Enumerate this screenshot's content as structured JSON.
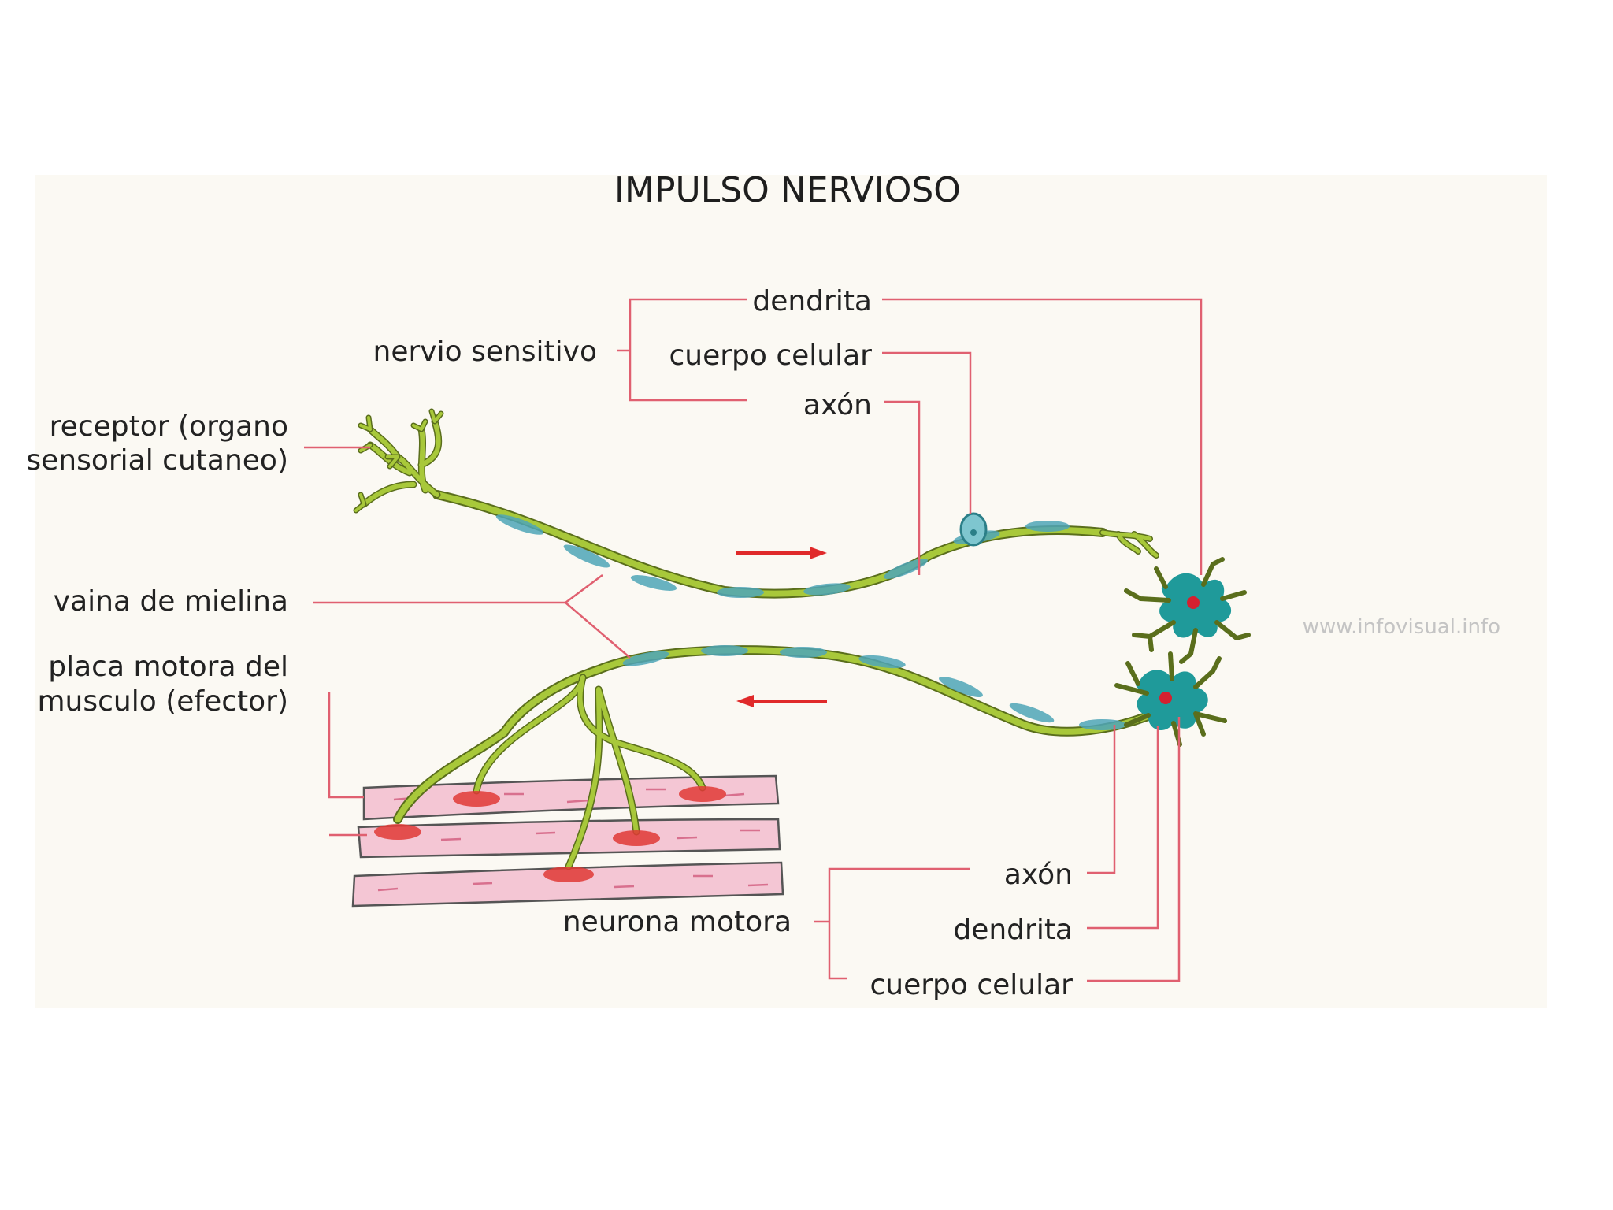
{
  "title": "IMPULSO NERVIOSO",
  "watermark": "www.infovisual.info",
  "colors": {
    "background": "#fbf9f3",
    "nerve": "#a8c83a",
    "myelin": "#4fa6b8",
    "neuron_body": "#1f9a9a",
    "nucleus": "#d42030",
    "muscle": "#f4c6d4",
    "leader_line": "#e06070",
    "arrow": "#e02a2a"
  },
  "labels": {
    "nervio_sensitivo": "nervio sensitivo",
    "dendrita_top": "dendrita",
    "cuerpo_celular_top": "cuerpo celular",
    "axon_top": "axón",
    "receptor_line1": "receptor (organo",
    "receptor_line2": "sensorial cutaneo)",
    "vaina_de_mielina": "vaina de mielina",
    "placa_line1": "placa motora del",
    "placa_line2": "musculo (efector)",
    "neurona_motora": "neurona motora",
    "axon_bottom": "axón",
    "dendrita_bottom": "dendrita",
    "cuerpo_celular_bottom": "cuerpo celular"
  },
  "arrows": {
    "sensory_direction": "right",
    "motor_direction": "left"
  }
}
